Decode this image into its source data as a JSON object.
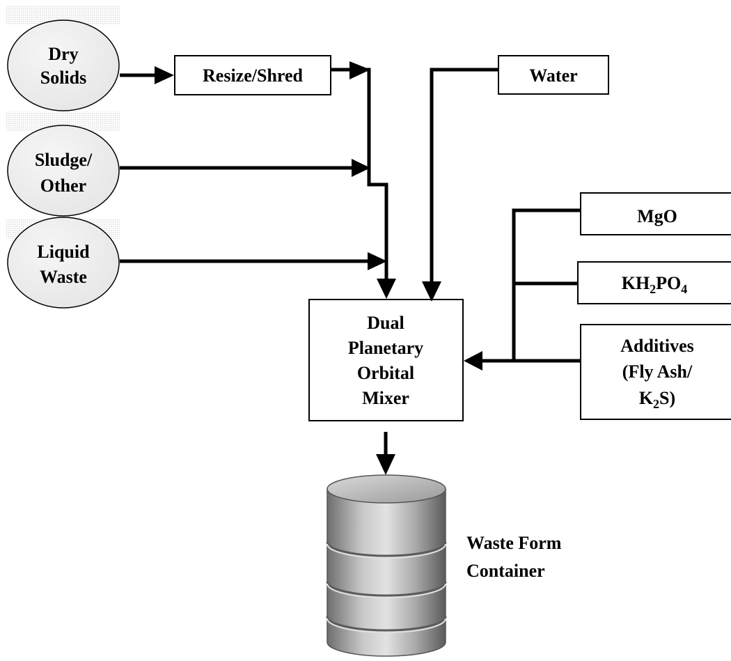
{
  "inputs": {
    "dry_solids": [
      "Dry",
      "Solids"
    ],
    "sludge_other": [
      "Sludge/",
      "Other"
    ],
    "liquid_waste": [
      "Liquid",
      "Waste"
    ]
  },
  "process": {
    "resize_shred": "Resize/Shred",
    "water": "Water",
    "mixer": [
      "Dual",
      "Planetary",
      "Orbital",
      "Mixer"
    ]
  },
  "reagents": {
    "mgo": "MgO",
    "kh2po4": {
      "k": "KH",
      "sub1": "2",
      "po": "PO",
      "sub2": "4"
    },
    "additives": {
      "line1": "Additives",
      "line2": "(Fly Ash/",
      "k": "K",
      "sub": "2",
      "s": "S)"
    }
  },
  "output": {
    "container": [
      "Waste Form",
      "Container"
    ]
  },
  "colors": {
    "ellipse_fill": "#ededed",
    "drum_shade": "#b4b4b4",
    "line": "#000000"
  }
}
